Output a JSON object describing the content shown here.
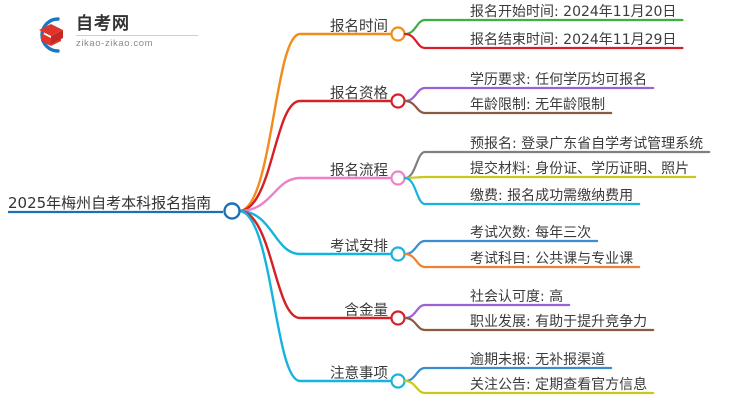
{
  "logo": {
    "title": "自考网",
    "domain": "zikao-zikao.com",
    "mark_blue": "#1878c4",
    "mark_red": "#e0352b"
  },
  "root": {
    "label": "2025年梅州自考本科报名指南",
    "color": "#1f6fb5"
  },
  "palette": {
    "orange": "#f08c1c",
    "red": "#d42026",
    "pink": "#ef7fc8",
    "cyan": "#14b4dc",
    "crimson": "#d42026",
    "cyan2": "#14b4dc",
    "green": "#3cb043",
    "purple": "#9b62d8",
    "brown": "#8a5a42",
    "gray": "#808080",
    "olive": "#c8c81e",
    "skyblue": "#3c8cd2",
    "darkorange": "#f08030"
  },
  "branches": [
    {
      "label": "报名时间",
      "color": "#f08c1c",
      "children": [
        {
          "label": "报名开始时间: 2024年11月20日",
          "color": "#3cb043"
        },
        {
          "label": "报名结束时间: 2024年11月29日",
          "color": "#d42026"
        }
      ]
    },
    {
      "label": "报名资格",
      "color": "#d42026",
      "children": [
        {
          "label": "学历要求: 任何学历均可报名",
          "color": "#9b62d8"
        },
        {
          "label": "年龄限制: 无年龄限制",
          "color": "#8a5a42"
        }
      ]
    },
    {
      "label": "报名流程",
      "color": "#ef7fc8",
      "children": [
        {
          "label": "预报名: 登录广东省自学考试管理系统",
          "color": "#808080"
        },
        {
          "label": "提交材料: 身份证、学历证明、照片",
          "color": "#c8c81e"
        },
        {
          "label": "缴费: 报名成功需缴纳费用",
          "color": "#14b4dc"
        }
      ]
    },
    {
      "label": "考试安排",
      "color": "#14b4dc",
      "children": [
        {
          "label": "考试次数: 每年三次",
          "color": "#3c8cd2"
        },
        {
          "label": "考试科目: 公共课与专业课",
          "color": "#f08030"
        }
      ]
    },
    {
      "label": "含金量",
      "color": "#d42026",
      "children": [
        {
          "label": "社会认可度: 高",
          "color": "#9b62d8"
        },
        {
          "label": "职业发展: 有助于提升竞争力",
          "color": "#8a5a42"
        }
      ]
    },
    {
      "label": "注意事项",
      "color": "#14b4dc",
      "children": [
        {
          "label": "逾期未报: 无补报渠道",
          "color": "#3c8cd2"
        },
        {
          "label": "关注公告: 定期查看官方信息",
          "color": "#c8c81e"
        }
      ]
    }
  ]
}
